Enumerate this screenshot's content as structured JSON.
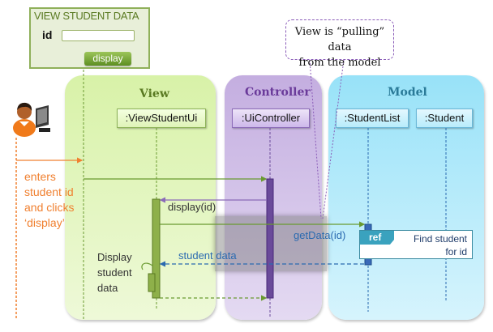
{
  "form": {
    "title": "VIEW STUDENT DATA",
    "id_label": "id",
    "id_value": "",
    "display_button": "display"
  },
  "callout": {
    "line1": "View is “pulling” data",
    "line2": "from the model"
  },
  "lanes": {
    "view": {
      "title": "View",
      "color": "#5a7a22"
    },
    "controller": {
      "title": "Controller",
      "color": "#6a3a9a"
    },
    "model": {
      "title": "Model",
      "color": "#2a7a98"
    }
  },
  "objects": {
    "view_ui": ":ViewStudentUi",
    "controller": ":UiController",
    "student_list": ":StudentList",
    "student": ":Student"
  },
  "actor": {
    "icon": "user-at-computer-icon",
    "note_lines": [
      "enters",
      "student id",
      "and clicks",
      "‘display’"
    ]
  },
  "messages": {
    "display": "display(id)",
    "get_data": "getData(id)",
    "student_data": "student data",
    "self_note_lines": [
      "Display",
      "student",
      "data"
    ]
  },
  "ref": {
    "tag": "ref",
    "line1": "Find student",
    "line2": "for id"
  },
  "colors": {
    "actor_note": "#f08030",
    "view_green": "#6a9a30",
    "controller_purple": "#6a4a9a",
    "model_blue": "#2a6ab0"
  }
}
